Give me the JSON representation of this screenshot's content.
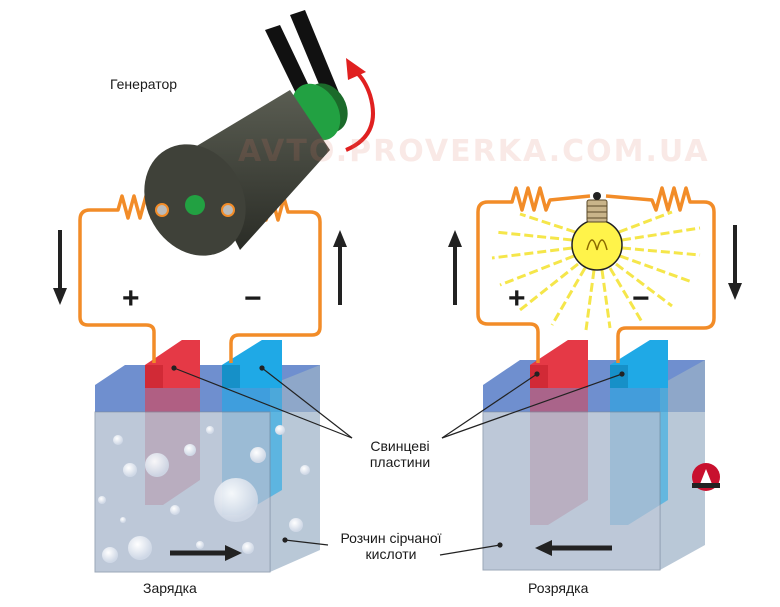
{
  "labels": {
    "generator": "Генератор",
    "plates": [
      "Свинцеві",
      "пластини"
    ],
    "solution": [
      "Розчин сірчаної",
      "кислоти"
    ],
    "charging": "Зарядка",
    "discharging": "Розрядка",
    "plus": "+",
    "minus": "−"
  },
  "watermark": "AVTO.PROVERKA.COM.UA",
  "colors": {
    "wire": "#f28c28",
    "positive_plate": "#e53946",
    "negative_plate": "#1fa9e6",
    "electrolyte": "#a7b6cc",
    "arrow": "#222222",
    "rotation_arrow": "#e02020",
    "light_rays": "#f5e64a"
  },
  "icons": [
    "generator-icon",
    "light-bulb-icon",
    "rotation-arrow-icon",
    "logo-icon"
  ]
}
